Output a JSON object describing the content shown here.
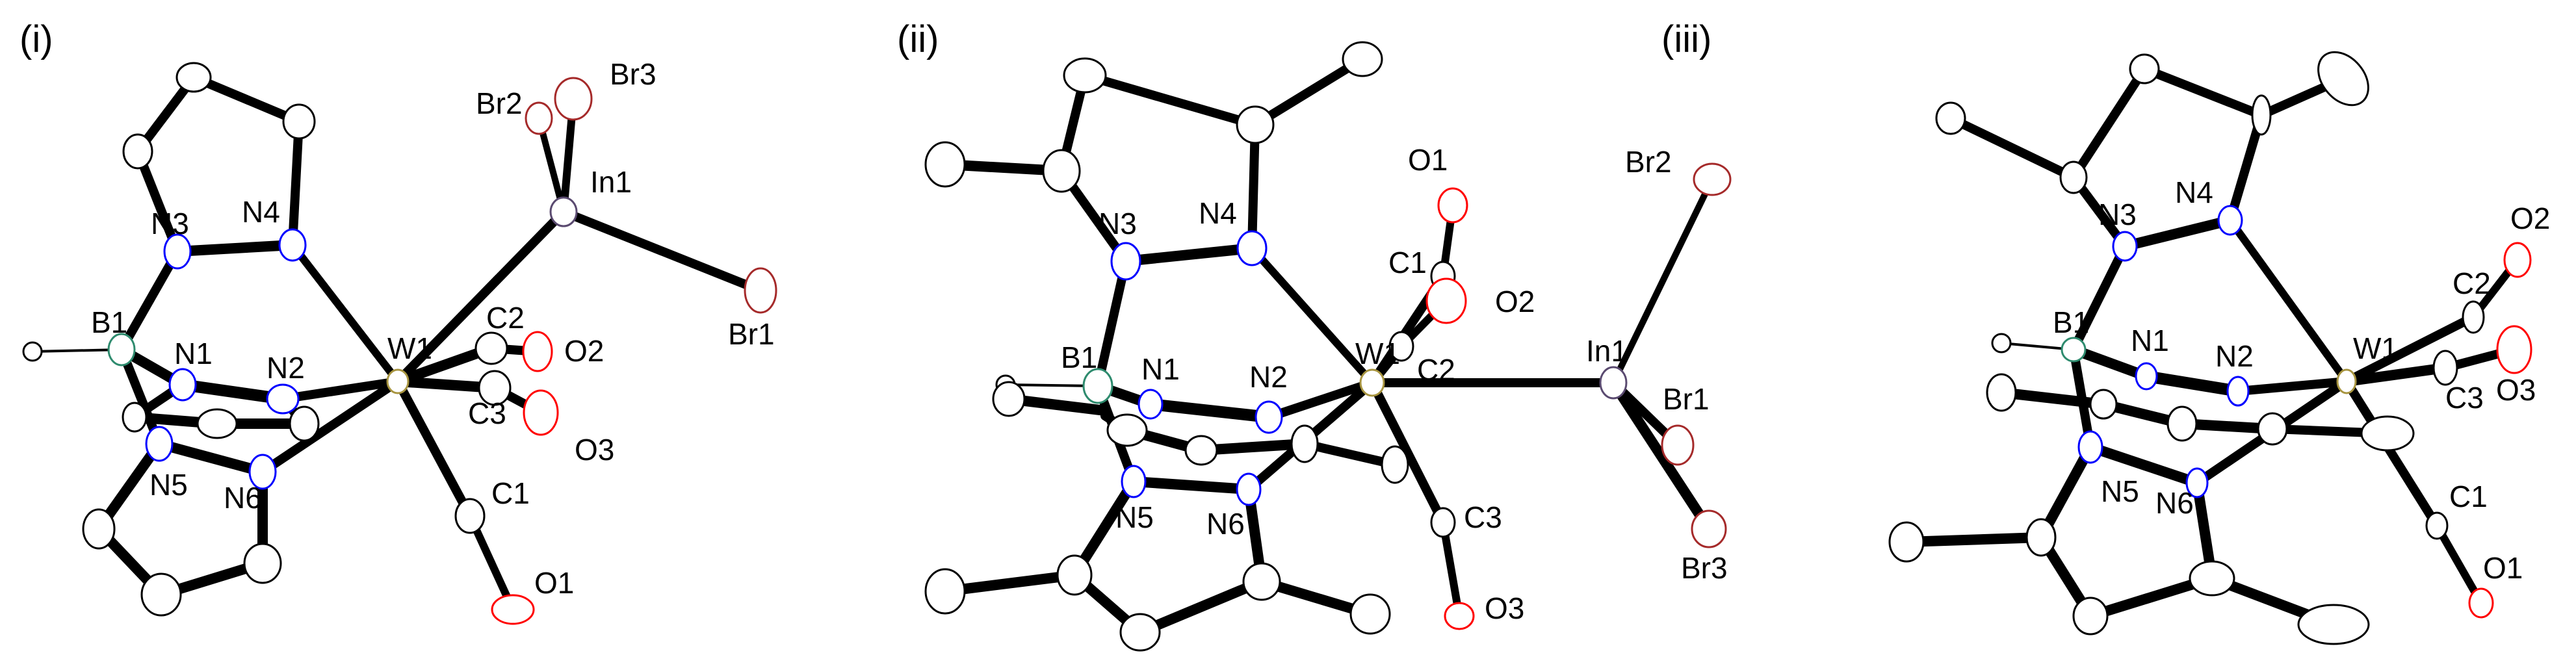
{
  "figure": {
    "title": "Crystal structures of tungsten tricarbonyl scorpionate complexes with InBr3",
    "colors": {
      "carbon": "#000000",
      "nitrogen": "#0000ff",
      "oxygen": "#ff0000",
      "boron": "#2e8b6e",
      "tungsten": "#a89540",
      "indium": "#5a4a70",
      "bromine": "#a52a2a",
      "hydrogen": "#000000"
    },
    "panels": [
      {
        "label": "(i)",
        "atoms": {
          "W1": "W1",
          "In1": "In1",
          "Br1": "Br1",
          "Br2": "Br2",
          "Br3": "Br3",
          "B1": "B1",
          "N1": "N1",
          "N2": "N2",
          "N3": "N3",
          "N4": "N4",
          "N5": "N5",
          "N6": "N6",
          "C1": "C1",
          "C2": "C2",
          "C3": "C3",
          "O1": "O1",
          "O2": "O2",
          "O3": "O3"
        }
      },
      {
        "label": "(ii)",
        "atoms": {
          "W1": "W1",
          "In1": "In1",
          "Br1": "Br1",
          "Br2": "Br2",
          "Br3": "Br3",
          "B1": "B1",
          "N1": "N1",
          "N2": "N2",
          "N3": "N3",
          "N4": "N4",
          "N5": "N5",
          "N6": "N6",
          "C1": "C1",
          "C2": "C2",
          "C3": "C3",
          "O1": "O1",
          "O2": "O2",
          "O3": "O3"
        }
      },
      {
        "label": "(iii)",
        "atoms": {
          "W1": "W1",
          "B1": "B1",
          "N1": "N1",
          "N2": "N2",
          "N3": "N3",
          "N4": "N4",
          "N5": "N5",
          "N6": "N6",
          "C1": "C1",
          "C2": "C2",
          "C3": "C3",
          "O1": "O1",
          "O2": "O2",
          "O3": "O3"
        }
      }
    ]
  }
}
